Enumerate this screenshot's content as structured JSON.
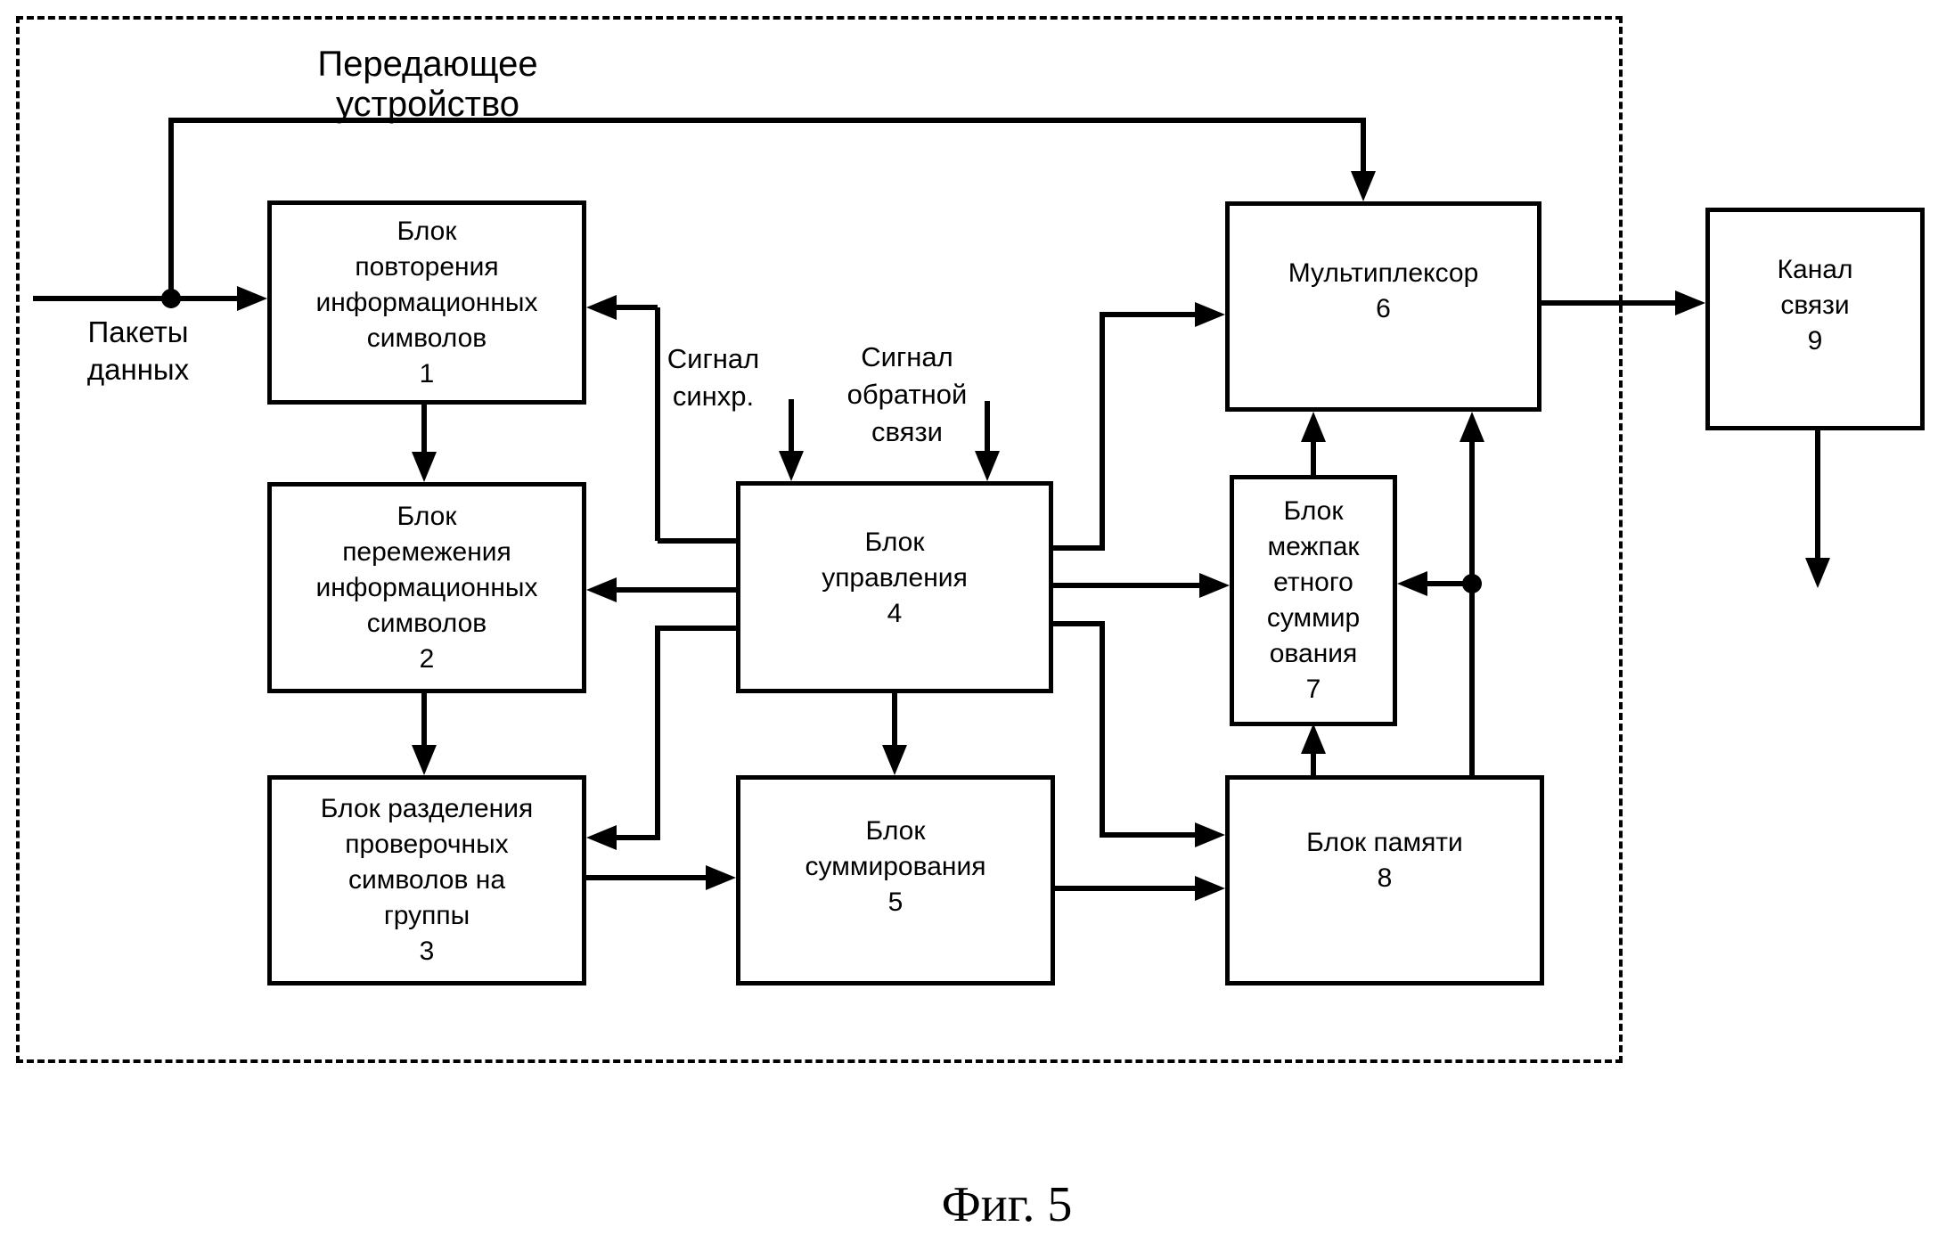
{
  "diagram": {
    "title": "Передающее устройство",
    "figure_caption": "Фиг. 5",
    "input_label": "Пакеты\nданных",
    "sync_signal_label": "Сигнал\nсинхр.",
    "feedback_signal_label": "Сигнал\nобратной\nсвязи",
    "blocks": {
      "repeat_info_symbols": "Блок\nповторения\nинформационных\nсимволов\n1",
      "interleave_info_symbols": "Блок\nперемежения\nинформационных\nсимволов\n2",
      "split_check_symbols": "Блок разделения\nпроверочных\nсимволов на\nгруппы\n3",
      "control": "Блок\nуправления\n4",
      "summation": "Блок\nсуммирования\n5",
      "multiplexer": "Мультиплексор\n6",
      "interpacket_summation": "Блок\nмежпак\nетного\nсуммир\nования\n7",
      "memory": "Блок памяти\n8",
      "comm_channel": "Канал\nсвязи\n9"
    },
    "colors": {
      "line": "#000000",
      "background": "#ffffff"
    }
  }
}
